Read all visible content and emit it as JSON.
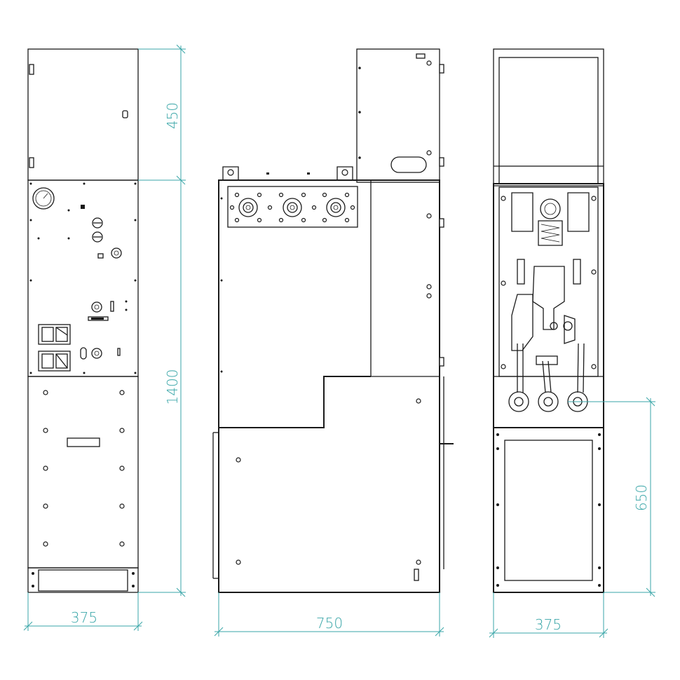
{
  "dimensions": {
    "front_top_height": "450",
    "front_total_height": "1400",
    "front_width": "375",
    "side_width": "750",
    "rear_lower_height": "650",
    "rear_width": "375"
  },
  "colors": {
    "line": "#1a1a1a",
    "dimension": "#3aa6a8",
    "background": "#ffffff"
  }
}
